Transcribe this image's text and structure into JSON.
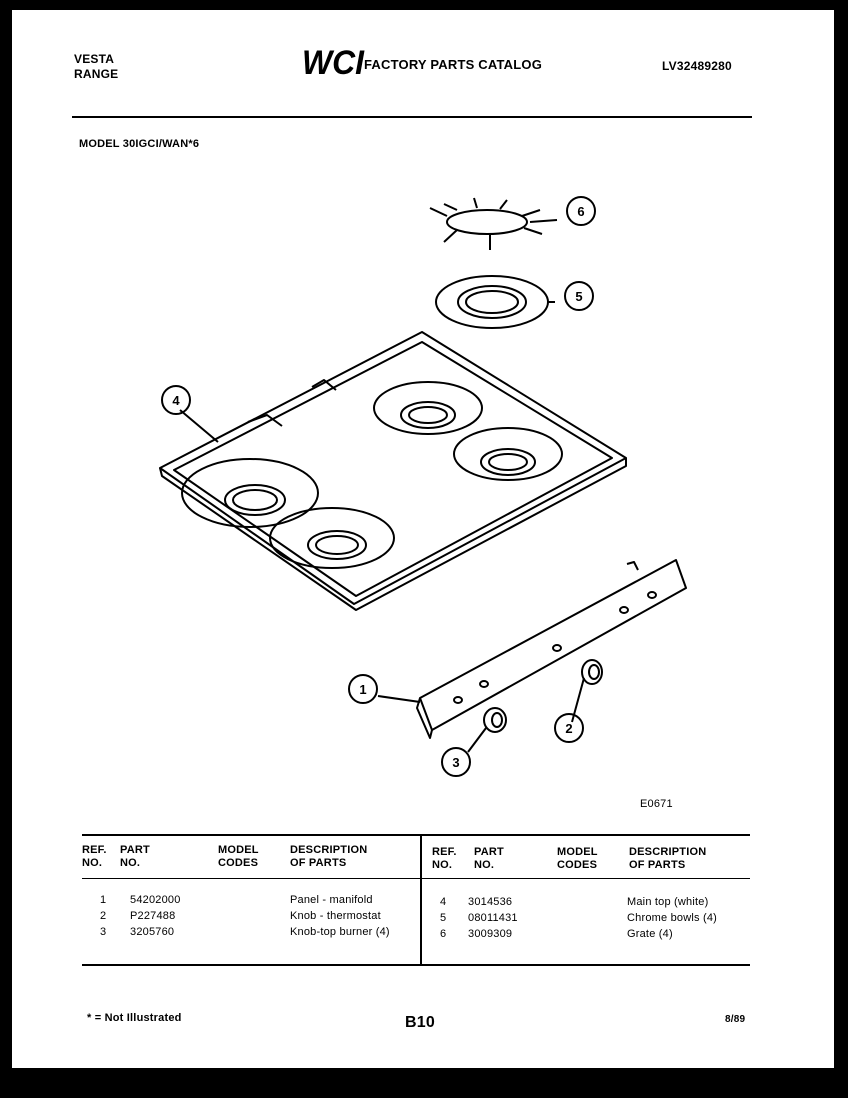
{
  "header": {
    "brand_line1": "VESTA",
    "brand_line2": "RANGE",
    "logo_text": "WCI",
    "catalog_title": "FACTORY PARTS CATALOG",
    "catalog_code": "LV32489280"
  },
  "model_label": "MODEL 30IGCI/WAN*6",
  "diagram": {
    "figure_code": "E0671",
    "callouts": [
      "1",
      "2",
      "3",
      "4",
      "5",
      "6"
    ]
  },
  "table": {
    "headers": {
      "ref": [
        "REF.",
        "NO."
      ],
      "part": [
        "PART",
        "NO."
      ],
      "model": [
        "MODEL",
        "CODES"
      ],
      "desc": [
        "DESCRIPTION",
        "OF PARTS"
      ]
    },
    "left_rows": [
      {
        "ref": "1",
        "part": "54202000",
        "model": "",
        "desc": "Panel - manifold"
      },
      {
        "ref": "2",
        "part": "P227488",
        "model": "",
        "desc": "Knob - thermostat"
      },
      {
        "ref": "3",
        "part": "3205760",
        "model": "",
        "desc": "Knob-top burner (4)"
      }
    ],
    "right_rows": [
      {
        "ref": "4",
        "part": "3014536",
        "model": "",
        "desc": "Main top (white)"
      },
      {
        "ref": "5",
        "part": "08011431",
        "model": "",
        "desc": "Chrome bowls (4)"
      },
      {
        "ref": "6",
        "part": "3009309",
        "model": "",
        "desc": "Grate (4)"
      }
    ]
  },
  "footer": {
    "note": "* = Not Illustrated",
    "page": "B10",
    "date": "8/89"
  }
}
